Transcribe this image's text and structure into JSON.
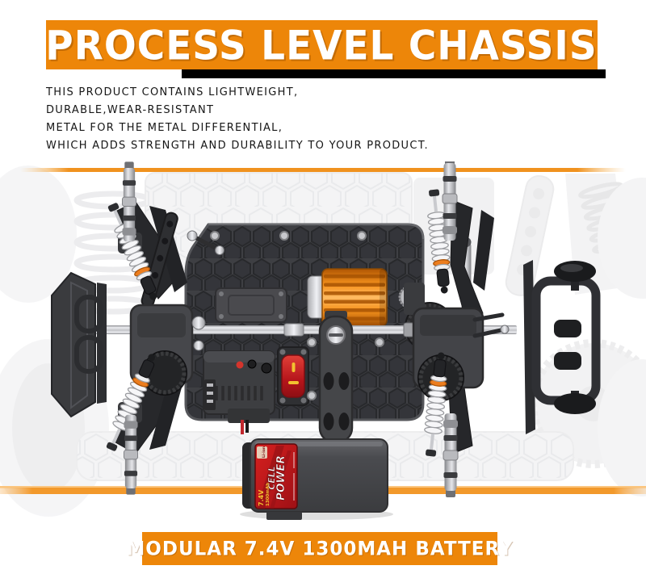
{
  "header_banner": {
    "text": "PROCESS LEVEL CHASSIS",
    "bg_color": "#ED8609",
    "text_color": "#FFFFFF",
    "shadow_color": "#000000"
  },
  "description": {
    "lines": [
      "THIS PRODUCT CONTAINS LIGHTWEIGHT,",
      "DURABLE,WEAR-RESISTANT",
      "METAL FOR THE METAL DIFFERENTIAL,",
      "WHICH ADDS STRENGTH AND DURABILITY TO YOUR PRODUCT."
    ]
  },
  "image": {
    "subject": "top view of RC car chassis with motor, ESC, battery and suspension",
    "accent_orange": "#ED8609",
    "motor_color": "#F6921D",
    "chassis_color": "#3F4043",
    "spring_ring_color": "#EC7D1E",
    "battery_label": {
      "name_top": "POWER",
      "name_bottom": "CELL",
      "voltage": "7.4V",
      "capacity": "1300mAh",
      "chemistry": "Li-ion",
      "label_color": "#C1181E"
    }
  },
  "footer_banner": {
    "text": "MODULAR 7.4V 1300MAH BATTERY",
    "bg_color": "#ED8609",
    "text_color": "#FFFFFF"
  }
}
